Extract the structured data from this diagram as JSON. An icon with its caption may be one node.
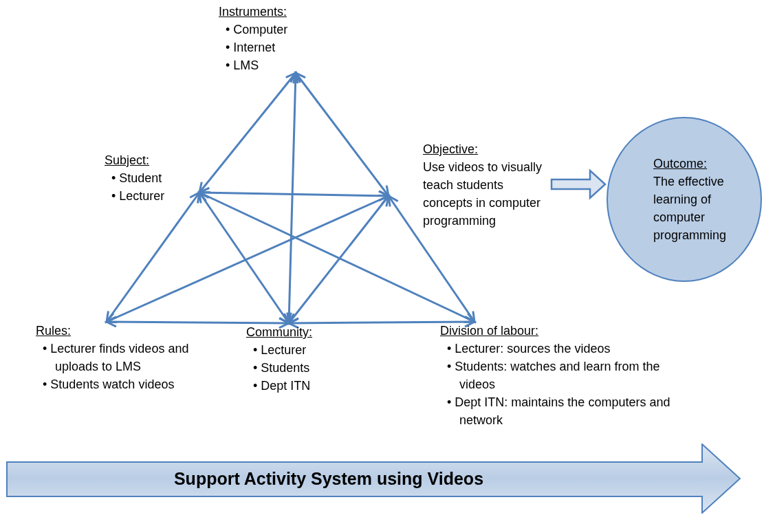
{
  "diagram": {
    "nodes": [
      {
        "text": [
          "Instruments:",
          "• Computer",
          "• Internet",
          "• LMS"
        ]
      },
      {
        "text": [
          "Subject:",
          "• Student",
          "• Lecturer"
        ]
      },
      {
        "text": [
          "Objective:",
          "Use videos to visually teach students concepts in computer programming"
        ]
      },
      {
        "text": [
          "Outcome:",
          "The effective learning of computer programming"
        ]
      },
      {
        "text": [
          "Rules:",
          "• Lecturer finds videos and uploads to LMS",
          "• Students watch videos"
        ]
      },
      {
        "text": [
          "Community:",
          "• Lecturer",
          "• Students",
          "• Dept ITN"
        ]
      },
      {
        "text": [
          "Division of labour:",
          "• Lecturer: sources the videos",
          "• Students: watches and learn from the videos",
          "• Dept ITN: maintains the computers and network"
        ]
      },
      {
        "text": [
          "Support Activity System using Videos"
        ]
      }
    ],
    "edges": [
      {
        "from": 0,
        "to": 1,
        "arrow": "both"
      },
      {
        "from": 0,
        "to": 2,
        "arrow": "both"
      },
      {
        "from": 0,
        "to": 5,
        "arrow": "both"
      },
      {
        "from": 1,
        "to": 2,
        "arrow": "both"
      },
      {
        "from": 1,
        "to": 4,
        "arrow": "both"
      },
      {
        "from": 1,
        "to": 5,
        "arrow": "both"
      },
      {
        "from": 1,
        "to": 6,
        "arrow": "both"
      },
      {
        "from": 2,
        "to": 4,
        "arrow": "both"
      },
      {
        "from": 2,
        "to": 5,
        "arrow": "both"
      },
      {
        "from": 2,
        "to": 6,
        "arrow": "both"
      },
      {
        "from": 4,
        "to": 5,
        "arrow": "both"
      },
      {
        "from": 5,
        "to": 6,
        "arrow": "both"
      },
      {
        "from": 2,
        "to": 3,
        "arrow": "to",
        "style": "thick"
      }
    ]
  }
}
